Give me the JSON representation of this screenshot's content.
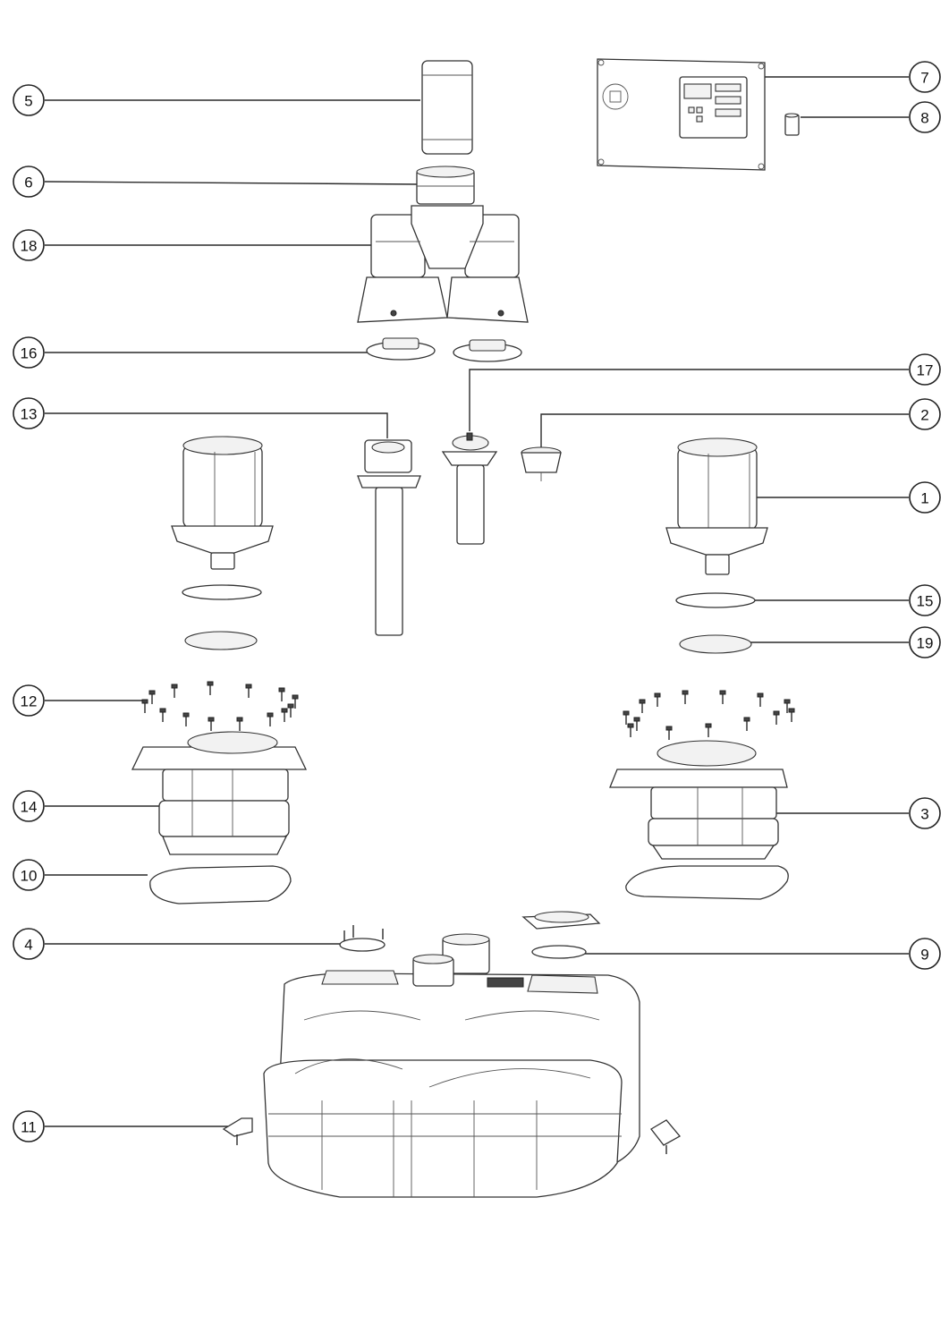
{
  "diagram": {
    "callouts": [
      {
        "id": "c5",
        "number": "5"
      },
      {
        "id": "c6",
        "number": "6"
      },
      {
        "id": "c18",
        "number": "18"
      },
      {
        "id": "c16",
        "number": "16"
      },
      {
        "id": "c13",
        "number": "13"
      },
      {
        "id": "c12",
        "number": "12"
      },
      {
        "id": "c14",
        "number": "14"
      },
      {
        "id": "c10",
        "number": "10"
      },
      {
        "id": "c4",
        "number": "4"
      },
      {
        "id": "c11",
        "number": "11"
      },
      {
        "id": "c7",
        "number": "7"
      },
      {
        "id": "c8",
        "number": "8"
      },
      {
        "id": "c17",
        "number": "17"
      },
      {
        "id": "c2",
        "number": "2"
      },
      {
        "id": "c1",
        "number": "1"
      },
      {
        "id": "c15",
        "number": "15"
      },
      {
        "id": "c19",
        "number": "19"
      },
      {
        "id": "c3",
        "number": "3"
      },
      {
        "id": "c9",
        "number": "9"
      }
    ],
    "icons": [
      "filter-cylinder-icon",
      "check-valve-icon",
      "pump-manifold-icon",
      "gasket-plate-icon",
      "control-box-icon",
      "battery-icon",
      "level-sensor-icon",
      "motor-icon",
      "o-ring-icon",
      "disk-seal-icon",
      "bolt-set-icon",
      "pump-housing-icon",
      "tank-icon",
      "bracket-icon"
    ]
  }
}
